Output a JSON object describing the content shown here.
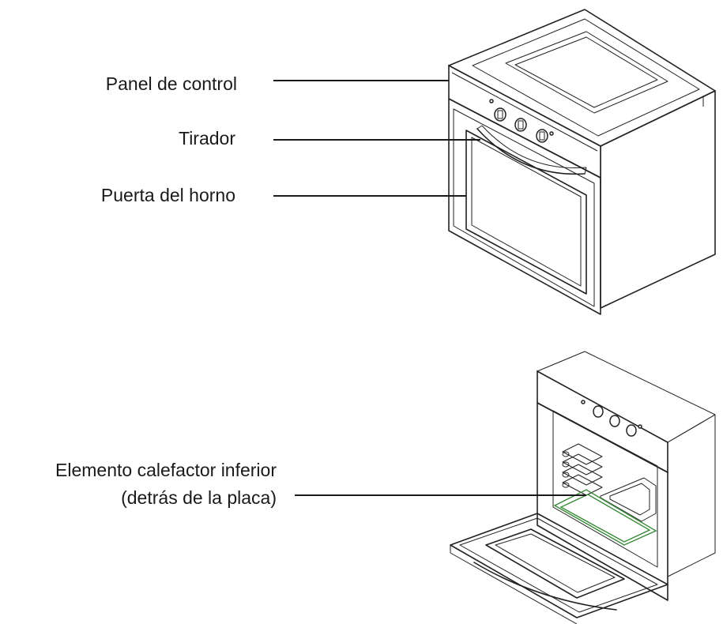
{
  "labels": {
    "control_panel": "Panel de control",
    "handle": "Tirador",
    "oven_door": "Puerta del horno",
    "bottom_element_line1": "Elemento calefactor inferior",
    "bottom_element_line2": "(detrás de la placa)"
  },
  "colors": {
    "line": "#222222",
    "heating_element": "#3a8a3a"
  }
}
